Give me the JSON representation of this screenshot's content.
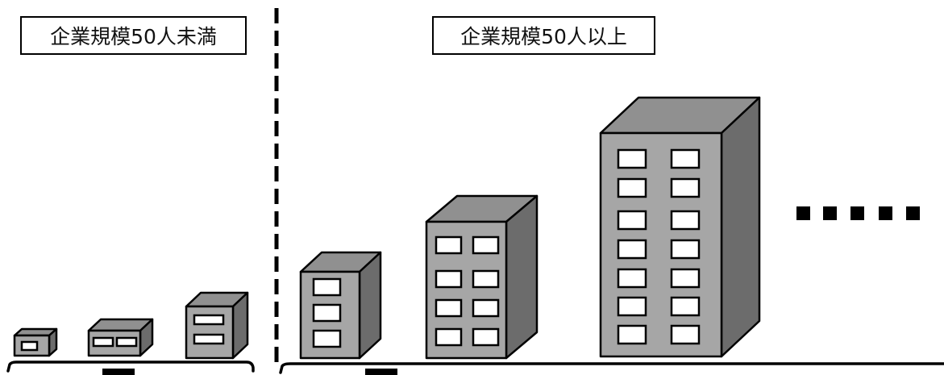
{
  "labels": {
    "small_company": "企業規模50人未満",
    "large_company": "企業規模50人以上"
  },
  "colors": {
    "front_face": "#a6a6a6",
    "top_face": "#909090",
    "side_face": "#6c6c6c",
    "window": "#ffffff",
    "outline": "#000000"
  },
  "icons": [
    "building-icon",
    "continuation-dots-icon",
    "dashed-divider",
    "group-bracket"
  ]
}
